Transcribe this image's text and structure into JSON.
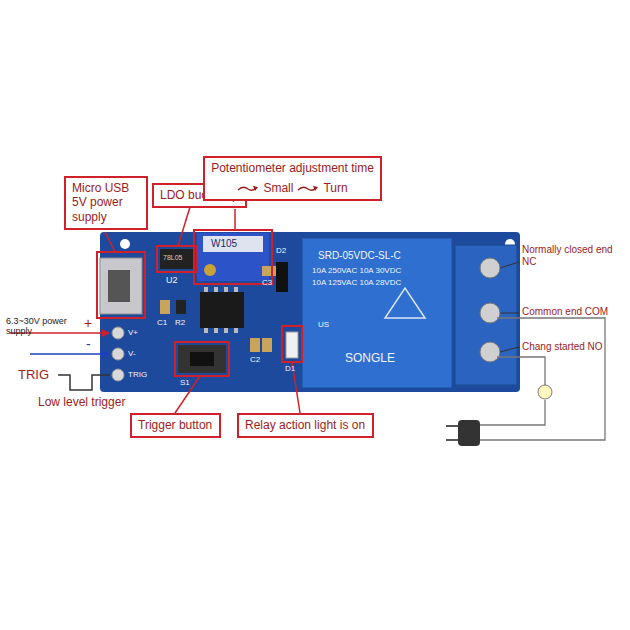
{
  "diagram": {
    "nodes": [
      {
        "text": [
          "Micro USB 5V power supply"
        ]
      },
      {
        "text": [
          "LDO buck chip"
        ]
      },
      {
        "text": [
          "Potentiometer adjustment time",
          "Small",
          "Turn"
        ]
      },
      {
        "text": [
          "Trigger button"
        ]
      },
      {
        "text": [
          "Relay action light is on"
        ]
      }
    ],
    "labels": [
      "6.3~30V power supply",
      "+",
      "-",
      "TRIG",
      "Low level trigger",
      "V+",
      "V-",
      "TRIG",
      "U2",
      "78L05",
      "W105",
      "D2",
      "C3",
      "C1",
      "R2",
      "C2",
      "D1",
      "S1",
      "SRD-05VDC-SL-C",
      "10A 250VAC 10A 30VDC",
      "10A 125VAC 10A 28VDC",
      "SONGLE",
      "US",
      "Normally closed end NC",
      "Common end COM",
      "Chang started NO"
    ]
  }
}
